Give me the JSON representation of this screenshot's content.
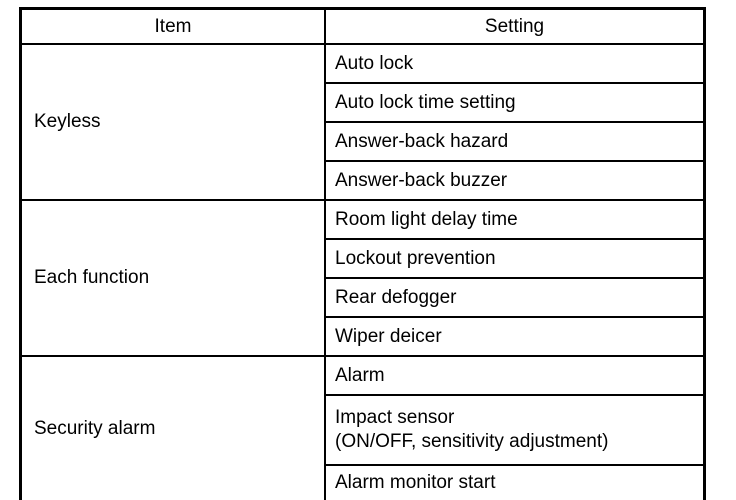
{
  "table": {
    "headers": {
      "item": "Item",
      "setting": "Setting"
    },
    "groups": [
      {
        "item": "Keyless",
        "settings": [
          "Auto lock",
          "Auto lock time setting",
          "Answer-back hazard",
          "Answer-back buzzer"
        ]
      },
      {
        "item": "Each function",
        "settings": [
          "Room light delay time",
          "Lockout prevention",
          "Rear defogger",
          "Wiper deicer"
        ]
      },
      {
        "item": "Security alarm",
        "settings": [
          "Alarm",
          "Impact sensor\n(ON/OFF, sensitivity adjustment)",
          "Alarm monitor start"
        ]
      }
    ],
    "colors": {
      "border": "#000000",
      "background": "#ffffff",
      "text": "#000000"
    }
  }
}
